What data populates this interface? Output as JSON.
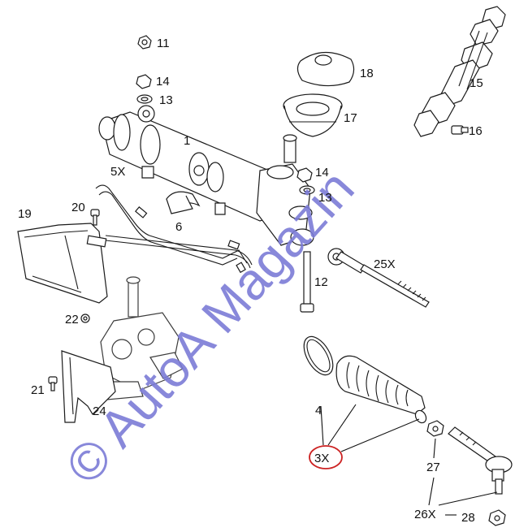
{
  "diagram": {
    "labels": {
      "p1": "1",
      "p4": "4",
      "p5": "5X",
      "p6": "6",
      "p11": "11",
      "p12": "12",
      "p13a": "13",
      "p13b": "13",
      "p14a": "14",
      "p14b": "14",
      "p15": "15",
      "p16": "16",
      "p17": "17",
      "p18": "18",
      "p19": "19",
      "p20": "20",
      "p21": "21",
      "p22": "22",
      "p24": "24",
      "p25": "25X",
      "p26": "26X",
      "p27": "27",
      "p28": "28",
      "p3x": "3X"
    },
    "watermark": {
      "text": "© AutoA Magazin",
      "color": "#7b7bd6"
    },
    "colors": {
      "line": "#1a1a1a",
      "highlight_ring": "#cc2222",
      "watermark_red": "#e8808a"
    }
  }
}
